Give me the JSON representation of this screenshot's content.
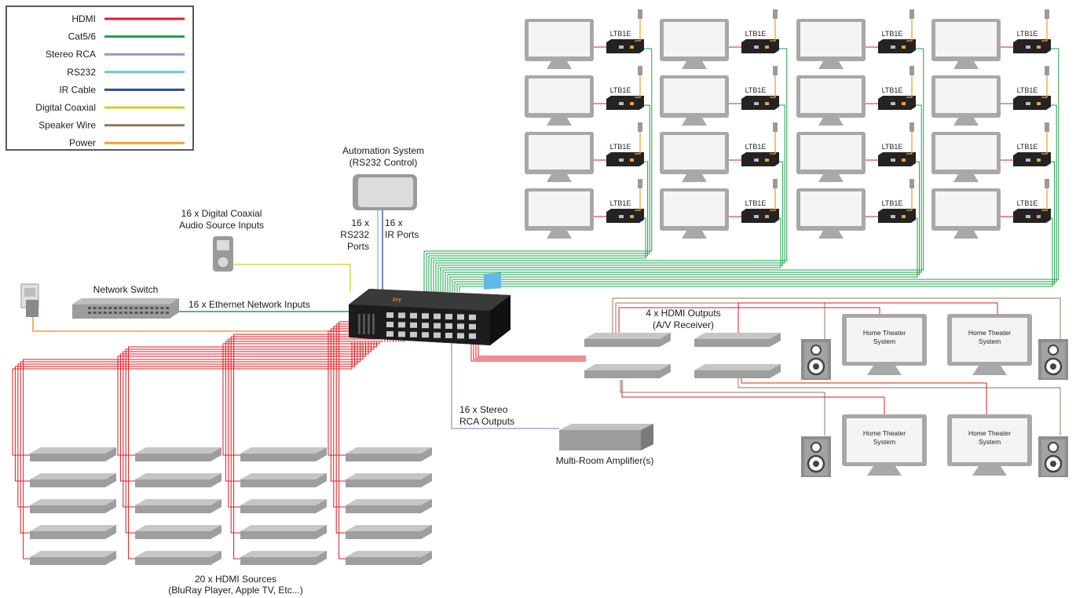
{
  "colors": {
    "hdmi": "#e11b22",
    "cat": "#1ea04b",
    "rca": "#a98bc6",
    "rs232": "#6cc5e0",
    "ir": "#2b4a9a",
    "coax": "#cfcd2a",
    "speaker": "#8c7a5e",
    "power": "#f0a12e"
  },
  "legend": [
    {
      "label": "HDMI",
      "color_key": "hdmi"
    },
    {
      "label": "Cat5/6",
      "color_key": "cat"
    },
    {
      "label": "Stereo RCA",
      "color_key": "rca"
    },
    {
      "label": "RS232",
      "color_key": "rs232"
    },
    {
      "label": "IR Cable",
      "color_key": "ir"
    },
    {
      "label": "Digital Coaxial",
      "color_key": "coax"
    },
    {
      "label": "Speaker Wire",
      "color_key": "speaker"
    },
    {
      "label": "Power",
      "color_key": "power"
    }
  ],
  "labels": {
    "automation_1": "Automation System",
    "automation_2": "(RS232 Control)",
    "rs232_1": "16 x",
    "rs232_2": "RS232",
    "rs232_3": "Ports",
    "ir_1": "16 x",
    "ir_2": "IR Ports",
    "coax_1": "16 x Digital Coaxial",
    "coax_2": "Audio Source Inputs",
    "network_switch": "Network Switch",
    "ethernet": "16 x Ethernet Network Inputs",
    "hdmi_out_1": "4 x HDMI Outputs",
    "hdmi_out_2": "(A/V Receiver)",
    "rca_1": "16 x Stereo",
    "rca_2": "RCA Outputs",
    "amp": "Multi-Room Amplifier(s)",
    "sources_1": "20 x HDMI Sources",
    "sources_2": "(BluRay Player, Apple TV, Etc...)",
    "receiver": "LTB1E",
    "home_theater_1": "Home Theater",
    "home_theater_2": "System"
  }
}
